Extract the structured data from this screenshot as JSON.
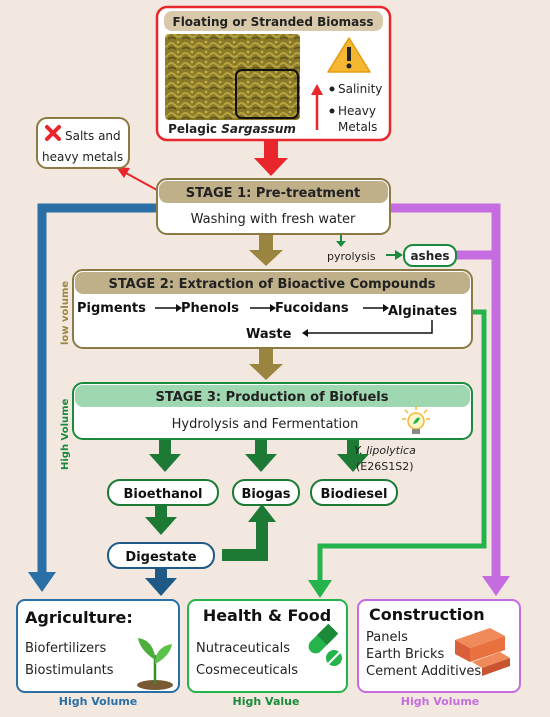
{
  "colors": {
    "background": "#f3e8df",
    "stage_brown": "#8c7a45",
    "stage_brown_fill": "#bfb08a",
    "red": "#e8262b",
    "blue": "#2a6fa6",
    "navy": "#1f5a87",
    "green": "#1a8a3c",
    "dark_green": "#1d7a35",
    "light_green": "#25b34b",
    "light_green_fill": "#9fd7b0",
    "purple": "#c46ce0",
    "olive": "#9a8540"
  },
  "biomass": {
    "title": "Floating or Stranded Biomass",
    "caption_plain": "Pelagic ",
    "caption_italic": "Sargassum",
    "warning_icon": "warning-triangle-icon",
    "bullets": [
      "Salinity",
      "Heavy",
      "Metals"
    ]
  },
  "salts_box": {
    "icon": "red-x-icon",
    "line1": "Salts and",
    "line2": "heavy metals"
  },
  "stage1": {
    "title": "STAGE 1: Pre-treatment",
    "subtitle": "Washing with fresh water"
  },
  "pyrolysis": {
    "label": "pyrolysis",
    "ashes": "ashes"
  },
  "side_labels": {
    "low_volume": "low volume",
    "high_volume": "High Volume"
  },
  "stage2": {
    "title": "STAGE 2: Extraction of Bioactive Compounds",
    "compounds": [
      "Pigments",
      "Phenols",
      "Fucoidans",
      "Alginates"
    ],
    "waste": "Waste"
  },
  "stage3": {
    "title": "STAGE 3: Production of Biofuels",
    "subtitle": "Hydrolysis and Fermentation",
    "icon": "lightbulb-leaf-icon"
  },
  "yeast": {
    "name": "Y. lipolytica",
    "strain": "(E26S1S2)"
  },
  "products": {
    "bioethanol": "Bioethanol",
    "biogas": "Biogas",
    "biodiesel": "Biodiesel",
    "digestate": "Digestate"
  },
  "sectors": {
    "agriculture": {
      "title": "Agriculture:",
      "items": [
        "Biofertilizers",
        "Biostimulants"
      ],
      "footer": "High Volume",
      "icon": "seedling-icon"
    },
    "health": {
      "title": "Health & Food",
      "items": [
        "Nutraceuticals",
        "Cosmeceuticals"
      ],
      "footer": "High Value",
      "icon": "pill-capsule-icon"
    },
    "construction": {
      "title": "Construction",
      "items": [
        "Panels",
        "Earth Bricks",
        "Cement Additives"
      ],
      "footer": "High Volume",
      "icon": "bricks-icon"
    }
  }
}
